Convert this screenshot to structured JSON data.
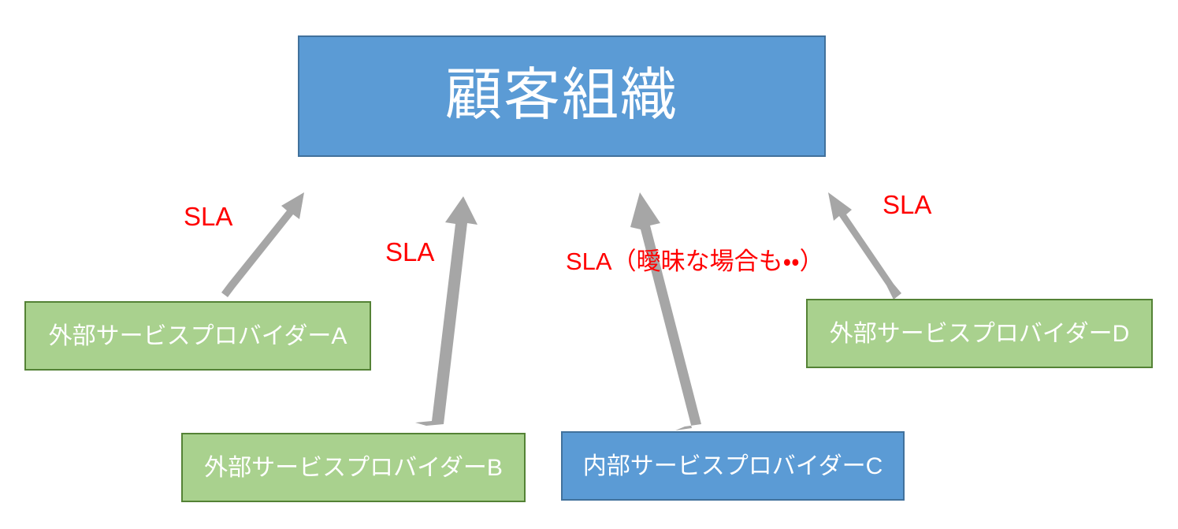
{
  "diagram": {
    "title_node": {
      "label": "顧客組織",
      "fill": "#5B9BD5",
      "stroke": "#41719C",
      "text_color": "#FFFFFF"
    },
    "providers": [
      {
        "id": "provider-a",
        "label": "外部サービスプロバイダーA",
        "kind": "external",
        "fill": "#A9D18E",
        "stroke": "#548235"
      },
      {
        "id": "provider-b",
        "label": "外部サービスプロバイダーB",
        "kind": "external",
        "fill": "#A9D18E",
        "stroke": "#548235"
      },
      {
        "id": "provider-c",
        "label": "内部サービスプロバイダーC",
        "kind": "internal",
        "fill": "#5B9BD5",
        "stroke": "#41719C"
      },
      {
        "id": "provider-d",
        "label": "外部サービスプロバイダーD",
        "kind": "external",
        "fill": "#A9D18E",
        "stroke": "#548235"
      }
    ],
    "connector_labels": [
      {
        "id": "sla-a",
        "text": "SLA"
      },
      {
        "id": "sla-b",
        "text": "SLA"
      },
      {
        "id": "sla-c",
        "text": "SLA（曖昧な場合も・・）"
      },
      {
        "id": "sla-d",
        "text": "SLA"
      }
    ],
    "connectors": [
      {
        "id": "arrow-a",
        "from": "provider-a",
        "to": "customer-organization"
      },
      {
        "id": "arrow-b",
        "from": "provider-b",
        "to": "customer-organization"
      },
      {
        "id": "arrow-c",
        "from": "provider-c",
        "to": "customer-organization"
      },
      {
        "id": "arrow-d",
        "from": "provider-d",
        "to": "customer-organization"
      }
    ],
    "arrow_color": "#A6A6A6",
    "label_color": "#FF0000"
  }
}
